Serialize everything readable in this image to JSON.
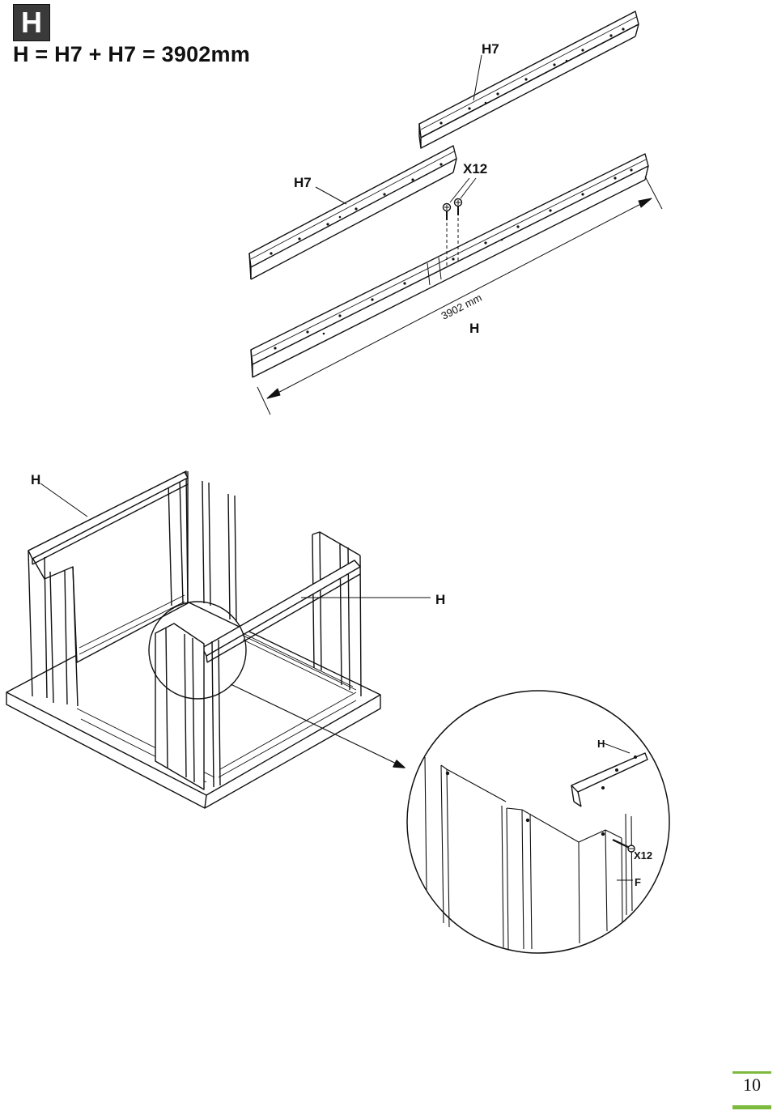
{
  "step": {
    "letter": "H",
    "formula": "H = H7 + H7 = 3902mm"
  },
  "top_diagram": {
    "label_h7_upper": "H7",
    "label_h7_lower": "H7",
    "label_screws": "X12",
    "label_dimension": "3902 mm",
    "label_assembled": "H"
  },
  "frame_diagram": {
    "label_left_beam": "H",
    "label_right_beam": "H"
  },
  "detail": {
    "label_beam": "H",
    "label_screws": "X12",
    "label_panel": "F"
  },
  "footer": {
    "page_number": "10",
    "accent_color": "#7cba3d"
  }
}
